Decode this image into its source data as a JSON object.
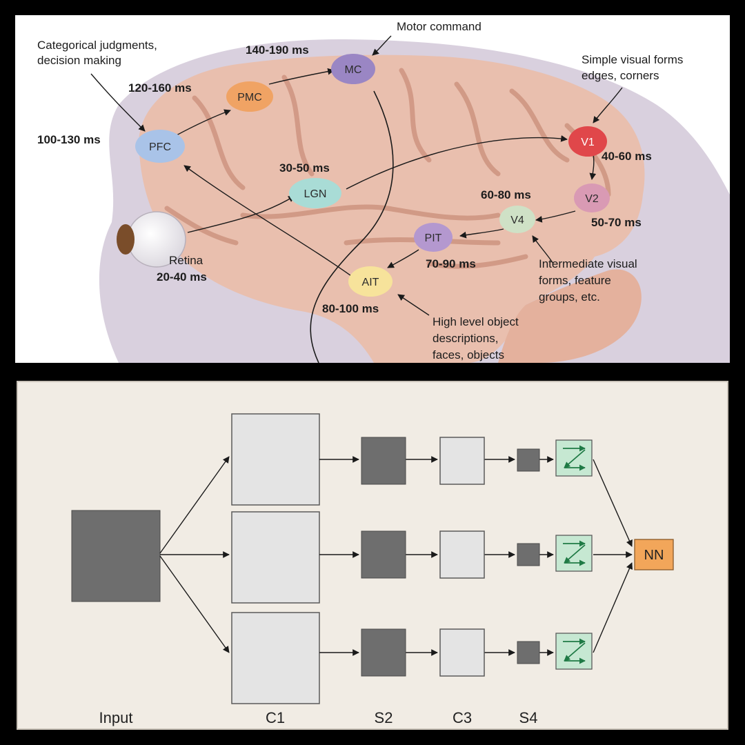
{
  "brain": {
    "regions": {
      "pfc": "PFC",
      "pmc": "PMC",
      "mc": "MC",
      "lgn": "LGN",
      "v1": "V1",
      "v2": "V2",
      "v4": "V4",
      "pit": "PIT",
      "ait": "AIT"
    },
    "times": {
      "pfc": "100-130 ms",
      "pmc": "120-160 ms",
      "mc": "140-190 ms",
      "lgn": "30-50 ms",
      "v1": "40-60 ms",
      "v2": "50-70 ms",
      "v4": "60-80 ms",
      "pit": "70-90 ms",
      "ait": "80-100 ms",
      "retina": "20-40 ms"
    },
    "retina_label": "Retina",
    "annotations": {
      "categorical_line1": "Categorical judgments,",
      "categorical_line2": "decision making",
      "motor": "Motor command",
      "simple_line1": "Simple visual forms",
      "simple_line2": "edges, corners",
      "intermediate_line1": "Intermediate visual",
      "intermediate_line2": "forms, feature",
      "intermediate_line3": "groups, etc.",
      "high_line1": "High level object",
      "high_line2": "descriptions,",
      "high_line3": "faces, objects"
    },
    "colors": {
      "pfc": "#a9c3e8",
      "pmc": "#f0a364",
      "mc": "#9a86c4",
      "lgn": "#a9dcd6",
      "v1": "#e0474a",
      "v2": "#d99ab4",
      "v4": "#cfe1c6",
      "pit": "#b498cf",
      "ait": "#f7e39b"
    }
  },
  "network": {
    "stages": {
      "input": "Input",
      "c1": "C1",
      "s2": "S2",
      "c3": "C3",
      "s4": "S4"
    },
    "output": "NN",
    "colors": {
      "dark_box": "#6e6e6e",
      "light_box": "#e4e4e4",
      "feature_box": "#c6e8d2",
      "nn_box": "#f2a65a"
    }
  }
}
